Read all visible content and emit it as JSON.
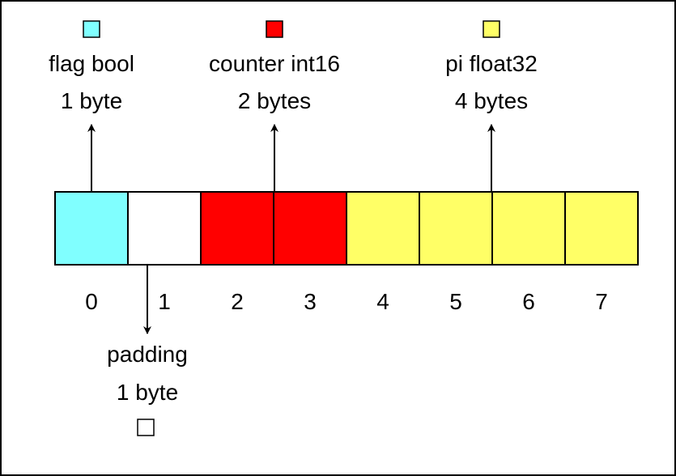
{
  "colors": {
    "bool": "#80FFFF",
    "padding": "#FFFFFF",
    "int16": "#FF0000",
    "float32": "#FFFF66",
    "stroke": "#000000",
    "background": "#FFFFFF"
  },
  "fields": [
    {
      "name": "flag bool",
      "size": "1 byte",
      "color_key": "bool"
    },
    {
      "name": "counter int16",
      "size": "2 bytes",
      "color_key": "int16"
    },
    {
      "name": "pi float32",
      "size": "4 bytes",
      "color_key": "float32"
    }
  ],
  "padding": {
    "name": "padding",
    "size": "1 byte",
    "color_key": "padding"
  },
  "cells": [
    {
      "index": "0",
      "color_key": "bool"
    },
    {
      "index": "1",
      "color_key": "padding"
    },
    {
      "index": "2",
      "color_key": "int16"
    },
    {
      "index": "3",
      "color_key": "int16"
    },
    {
      "index": "4",
      "color_key": "float32"
    },
    {
      "index": "5",
      "color_key": "float32"
    },
    {
      "index": "6",
      "color_key": "float32"
    },
    {
      "index": "7",
      "color_key": "float32"
    }
  ]
}
